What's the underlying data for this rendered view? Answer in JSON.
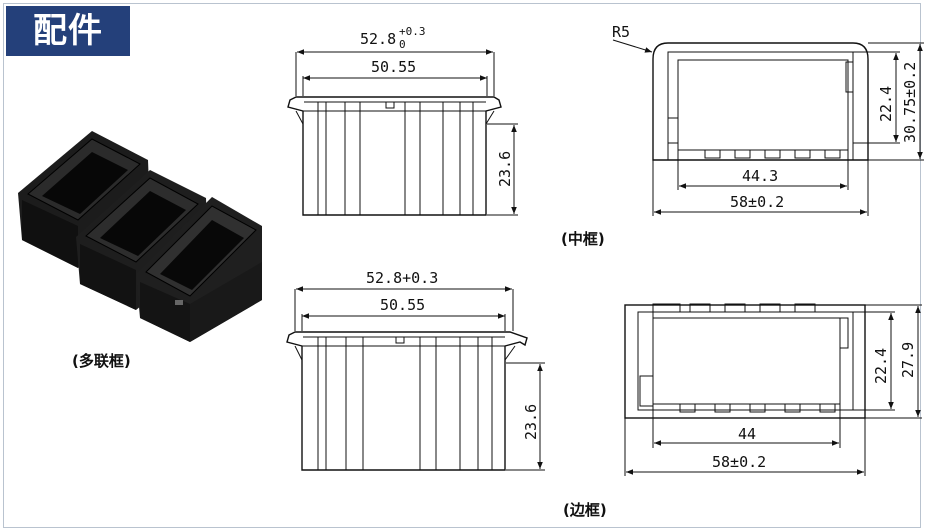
{
  "badge": {
    "label": "配件"
  },
  "captions": {
    "multi": "(多联框)",
    "middle": "(中框)",
    "side": "(边框)"
  },
  "middle_front": {
    "width_total": "52.8",
    "tol_sup": "+0.3",
    "tol_sub": "0",
    "width_inner": "50.55",
    "height": "23.6"
  },
  "middle_top": {
    "radius": "R5",
    "inner_width": "44.3",
    "outer_width": "58±0.2",
    "inner_height": "22.4",
    "outer_height": "30.75±0.2"
  },
  "side_front": {
    "width_total": "52.8+0.3",
    "width_inner": "50.55",
    "height": "23.6"
  },
  "side_top": {
    "inner_width": "44",
    "outer_width": "58±0.2",
    "inner_height": "22.4",
    "outer_height": "27.9"
  },
  "colors": {
    "badge_bg": "#24407a",
    "frame_border": "#b9c3cf",
    "part_color": "#141414"
  }
}
